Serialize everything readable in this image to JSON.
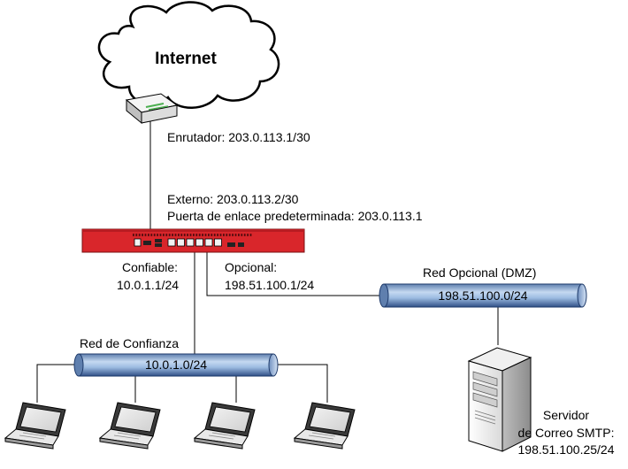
{
  "internet": {
    "label": "Internet"
  },
  "router": {
    "label": "Enrutador: 203.0.113.1/30"
  },
  "firewall": {
    "external_label": "Externo: 203.0.113.2/30",
    "gateway_label": "Puerta de enlace predeterminada:  203.0.113.1",
    "trusted_label_1": "Confiable:",
    "trusted_label_2": "10.0.1.1/24",
    "optional_label_1": "Opcional:",
    "optional_label_2": "198.51.100.1/24"
  },
  "dmz": {
    "title": "Red Opcional (DMZ)",
    "subnet": "198.51.100.0/24"
  },
  "trusted": {
    "title": "Red de Confianza",
    "subnet": "10.0.1.0/24"
  },
  "server": {
    "label_1": "Servidor",
    "label_2": "de Correo SMTP:",
    "label_3": "198.51.100.25/24"
  },
  "colors": {
    "firewall": "#d9262b",
    "pipe": "#8fb3dc",
    "cloud": "#ffffff"
  }
}
